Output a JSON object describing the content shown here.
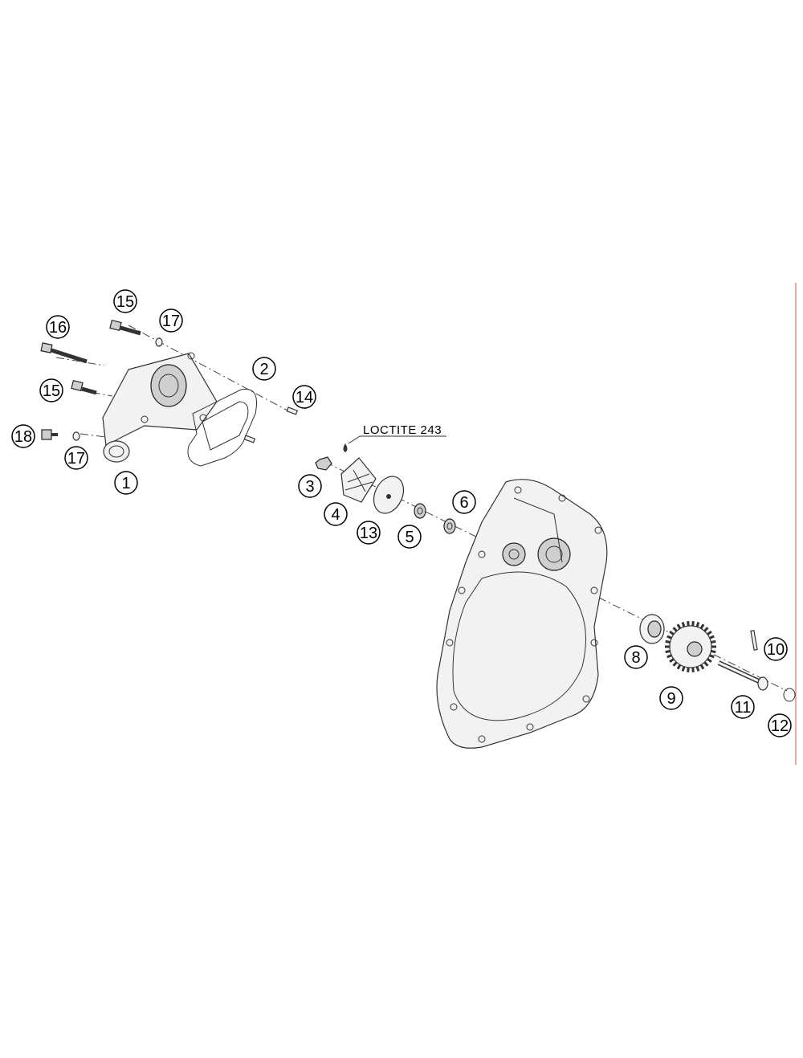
{
  "diagram": {
    "note": "LOCTITE 243",
    "callouts": [
      "15",
      "17",
      "16",
      "2",
      "15",
      "14",
      "18",
      "17",
      "1",
      "3",
      "4",
      "13",
      "5",
      "6",
      "8",
      "9",
      "10",
      "11",
      "12"
    ]
  },
  "colors": {
    "line": "#333333",
    "page_rule": "#d9534f"
  }
}
